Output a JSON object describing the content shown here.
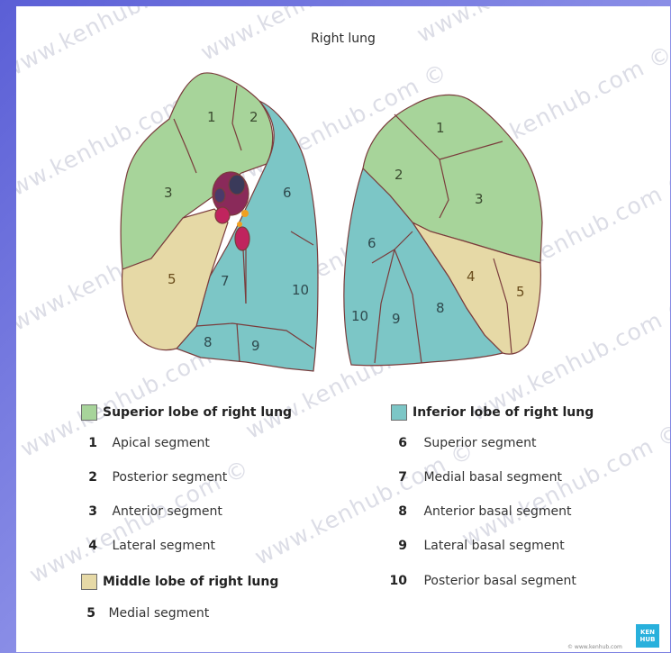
{
  "title": "Right lung",
  "colors": {
    "superior": "#a7d49a",
    "inferior": "#7cc6c6",
    "middle": "#e6d9a6",
    "border": "#7a3c3c",
    "logo": "#28b0dc"
  },
  "watermark_text": "www.kenhub.com ©",
  "segment_labels": {
    "left_view": [
      "1",
      "2",
      "3",
      "5",
      "6",
      "7",
      "8",
      "9",
      "10"
    ],
    "right_view": [
      "1",
      "2",
      "3",
      "4",
      "5",
      "6",
      "8",
      "9",
      "10"
    ]
  },
  "legend": {
    "superior": {
      "title": "Superior lobe of right lung",
      "segments": [
        {
          "num": "1",
          "name": "Apical segment"
        },
        {
          "num": "2",
          "name": "Posterior segment"
        },
        {
          "num": "3",
          "name": "Anterior segment"
        },
        {
          "num": "4",
          "name": "Lateral segment"
        }
      ]
    },
    "middle": {
      "title": "Middle lobe of right lung",
      "segments": [
        {
          "num": "5",
          "name": "Medial segment"
        }
      ]
    },
    "inferior": {
      "title": "Inferior lobe of right lung",
      "segments": [
        {
          "num": "6",
          "name": "Superior segment"
        },
        {
          "num": "7",
          "name": "Medial basal segment"
        },
        {
          "num": "8",
          "name": "Anterior basal segment"
        },
        {
          "num": "9",
          "name": "Lateral basal segment"
        },
        {
          "num": "10",
          "name": "Posterior basal segment"
        }
      ]
    }
  },
  "logo": {
    "line1": "KEN",
    "line2": "HUB"
  },
  "credit": "© www.kenhub.com"
}
